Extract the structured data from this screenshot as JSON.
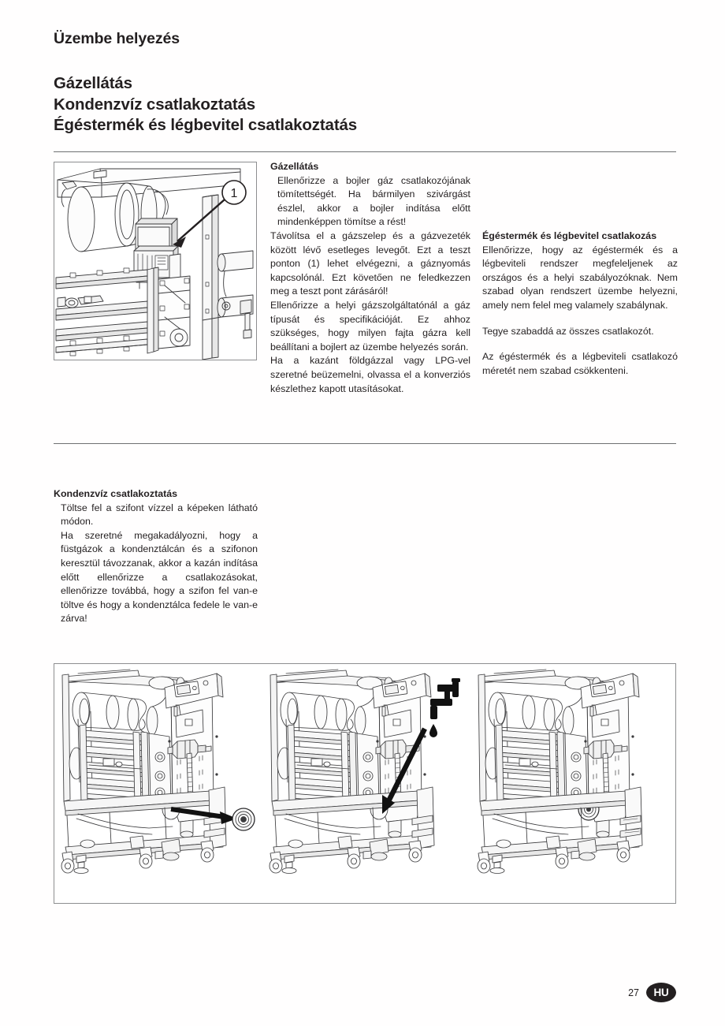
{
  "chapter": {
    "title": "Üzembe helyezés"
  },
  "doc": {
    "title": "Gázellátás\nKondenzvíz csatlakoztatás\nÉgéstermék és légbevitel csatlakoztatás"
  },
  "figures": {
    "top": {
      "caption_marker": "1",
      "alt": "Kazán belső nézete a gáznyomás kapcsolóval és teszt ponttal"
    },
    "bottom": {
      "alt": "Három nézet a kazánról a szifon feltöltéséhez",
      "panels": [
        {
          "alt": "Kazán a szifon eltávolított fedelével, nyíl a fedélre mutat"
        },
        {
          "alt": "Kazán vízcsap ikonnal, nyíl a szifon feltöltésére mutat"
        },
        {
          "alt": "Kazán lezárt szifon fedéllel"
        }
      ]
    }
  },
  "sections": {
    "gas": {
      "heading": "Gázellátás",
      "paragraphs": [
        "Ellenőrizze a bojler gáz csatlakozójának tömítettségét. Ha bármilyen szivárgást észlel, akkor a bojler indítása előtt mindenképpen tömítse a rést!",
        "Távolítsa el a gázszelep és a gázvezeték között lévő esetleges levegőt. Ezt a teszt ponton (1) lehet elvégezni, a gáznyomás kapcsolónál. Ezt követően ne feledkezzen meg a teszt pont zárásáról!",
        "Ellenőrizze a helyi gázszolgáltatónál a gáz típusát és specifikációját. Ez ahhoz szükséges, hogy milyen fajta gázra kell beállítani a bojlert az üzembe helyezés során.",
        "Ha a kazánt földgázzal vagy LPG-vel szeretné beüzemelni, olvassa el a konverziós készlethez kapott utasításokat."
      ]
    },
    "flue": {
      "heading": "Égéstermék és légbevitel csatlakozás",
      "paragraphs": [
        "Ellenőrizze, hogy az égéstermék és a légbeviteli rendszer megfeleljenek az országos és a helyi szabályozóknak. Nem szabad olyan rendszert üzembe helyezni, amely nem felel meg valamely szabálynak.",
        "Tegye szabaddá az összes csatlakozót.",
        "Az égéstermék és a légbeviteli csatlakozó méretét nem szabad csökkenteni."
      ]
    },
    "condensate": {
      "heading": "Kondenzvíz csatlakoztatás",
      "paragraphs": [
        "Töltse fel a szifont vízzel a képeken látható módon.",
        "Ha szeretné megakadályozni, hogy a füstgázok a kondenztálcán és a szifonon keresztül távozzanak, akkor a kazán indítása előtt ellenőrizze a csatlakozásokat, ellenőrizze továbbá, hogy a szifon fel van-e töltve és hogy a kondenztálca fedele le van-e zárva!"
      ]
    }
  },
  "footer": {
    "page_number": "27",
    "language_badge": "HU"
  },
  "colors": {
    "text": "#231f20",
    "rule": "#6f7072",
    "figure_border": "#8d8e90",
    "badge": "#231f20"
  }
}
